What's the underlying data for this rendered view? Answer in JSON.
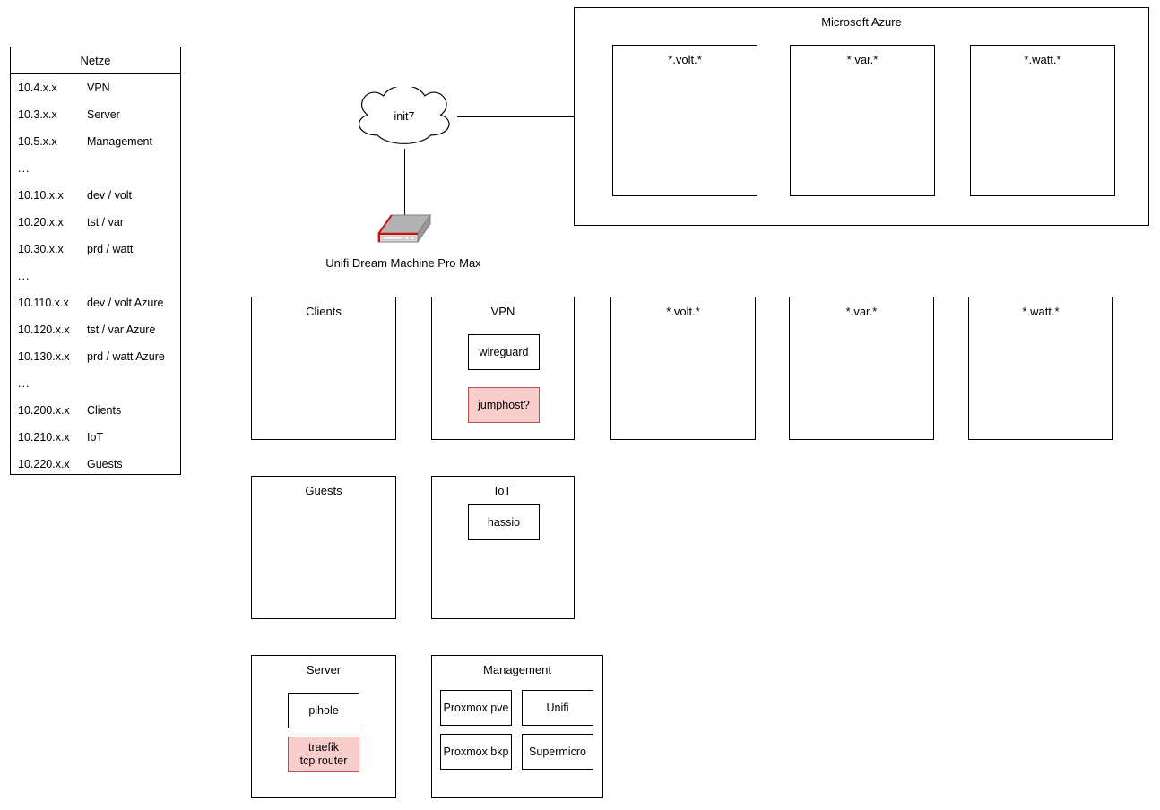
{
  "diagram": {
    "title": "Network topology diagram",
    "colors": {
      "stroke": "#000000",
      "background": "#ffffff",
      "highlight_fill": "#f8cecc",
      "highlight_stroke": "#b85450",
      "device_top": "#b3b3b3",
      "device_side": "#999999",
      "device_accent": "#e60000"
    }
  },
  "netze": {
    "header": "Netze",
    "rows": [
      {
        "cidr": "10.4.x.x",
        "name": "VPN"
      },
      {
        "cidr": "10.3.x.x",
        "name": "Server"
      },
      {
        "cidr": "10.5.x.x",
        "name": "Management"
      },
      {
        "cidr": "...",
        "name": ""
      },
      {
        "cidr": "10.10.x.x",
        "name": "dev / volt"
      },
      {
        "cidr": "10.20.x.x",
        "name": "tst / var"
      },
      {
        "cidr": "10.30.x.x",
        "name": "prd / watt"
      },
      {
        "cidr": "...",
        "name": ""
      },
      {
        "cidr": "10.110.x.x",
        "name": "dev / volt Azure"
      },
      {
        "cidr": "10.120.x.x",
        "name": "tst / var Azure"
      },
      {
        "cidr": "10.130.x.x",
        "name": "prd / watt Azure"
      },
      {
        "cidr": "...",
        "name": ""
      },
      {
        "cidr": "10.200.x.x",
        "name": "Clients"
      },
      {
        "cidr": "10.210.x.x",
        "name": "IoT"
      },
      {
        "cidr": "10.220.x.x",
        "name": "Guests"
      }
    ]
  },
  "cloud": {
    "label": "init7"
  },
  "device": {
    "caption": "Unifi Dream Machine Pro Max"
  },
  "azure": {
    "title": "Microsoft Azure",
    "zones": [
      {
        "title": "*.volt.*"
      },
      {
        "title": "*.var.*"
      },
      {
        "title": "*.watt.*"
      }
    ]
  },
  "vlans": {
    "clients": {
      "title": "Clients",
      "items": []
    },
    "vpn": {
      "title": "VPN",
      "items": [
        {
          "label": "wireguard",
          "highlight": false
        },
        {
          "label": "jumphost?",
          "highlight": true
        }
      ]
    },
    "volt": {
      "title": "*.volt.*",
      "items": []
    },
    "var": {
      "title": "*.var.*",
      "items": []
    },
    "watt": {
      "title": "*.watt.*",
      "items": []
    },
    "guests": {
      "title": "Guests",
      "items": []
    },
    "iot": {
      "title": "IoT",
      "items": [
        {
          "label": "hassio",
          "highlight": false
        }
      ]
    },
    "server": {
      "title": "Server",
      "items": [
        {
          "label": "pihole",
          "highlight": false
        },
        {
          "label": "traefik\ntcp router",
          "line1": "traefik",
          "line2": "tcp router",
          "highlight": true
        }
      ]
    },
    "management": {
      "title": "Management",
      "items": [
        {
          "label": "Proxmox pve",
          "highlight": false
        },
        {
          "label": "Unifi",
          "highlight": false
        },
        {
          "label": "Proxmox bkp",
          "highlight": false
        },
        {
          "label": "Supermicro",
          "highlight": false
        }
      ]
    }
  }
}
